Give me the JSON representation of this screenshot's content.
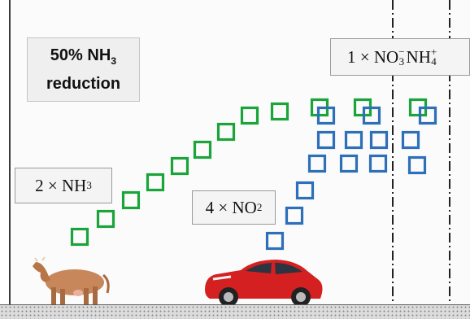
{
  "title": {
    "line1_prefix": "50% NH",
    "line1_sub": "3",
    "line2": "reduction"
  },
  "labels": {
    "nh3": {
      "coef": "2 × NH",
      "sub": "3"
    },
    "no2": {
      "coef": "4 × NO",
      "sub": "2"
    },
    "nitrate": {
      "coef": "1 × NO",
      "no3_sub": "3",
      "no3_sup": "−",
      "nh4": "NH",
      "nh4_sub": "4",
      "nh4_sup": "+"
    }
  },
  "colors": {
    "ammonia_marker": "#1aa43a",
    "nox_marker": "#2d6fb8",
    "cow": "#c8875a",
    "car": "#d42020"
  },
  "icons": [
    "cow-icon",
    "car-icon"
  ]
}
